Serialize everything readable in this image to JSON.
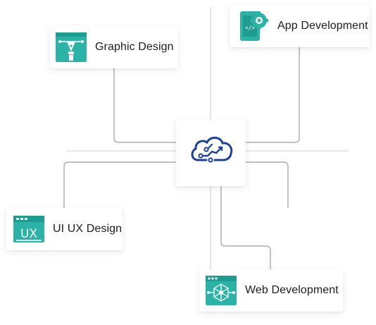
{
  "nodes": {
    "graphic_design": {
      "label": "Graphic Design",
      "icon": "pen-tool-icon"
    },
    "app_development": {
      "label": "App Development",
      "icon": "mobile-gear-icon"
    },
    "ui_ux_design": {
      "label": "UI UX Design",
      "icon": "ux-window-icon"
    },
    "web_development": {
      "label": "Web Development",
      "icon": "web-network-icon"
    },
    "hub": {
      "icon": "cloud-circuit-icon"
    }
  },
  "colors": {
    "icon_teal": "#2bb3a8",
    "icon_teal_dark": "#1f9c92",
    "hub_blue": "#1f3f9c",
    "connector": "#9a9a9a"
  }
}
